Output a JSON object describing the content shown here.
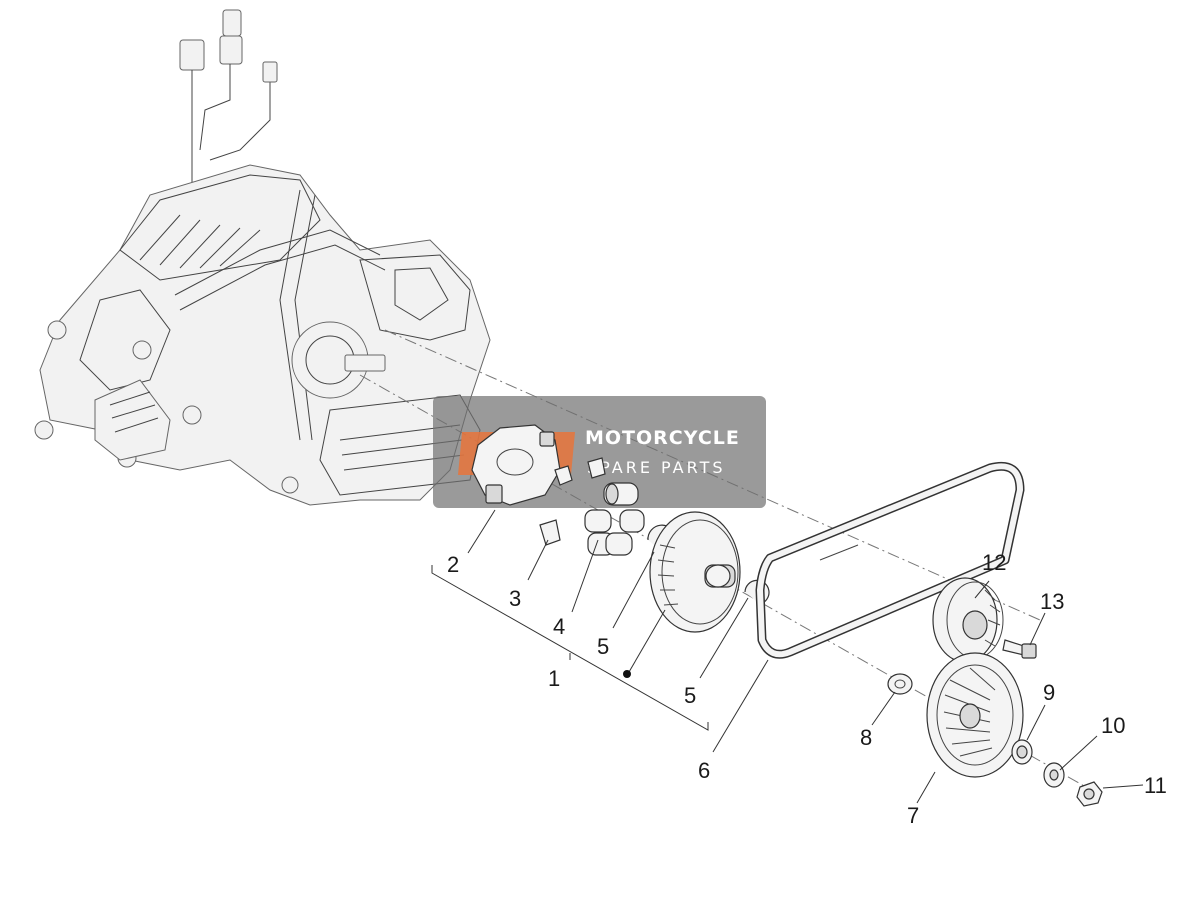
{
  "watermark": {
    "title": "MOTORCYCLE",
    "subtitle": "SPARE PARTS",
    "color": "#6f6f6f",
    "logo_color": "#e8743b"
  },
  "parts": [
    {
      "id": "2",
      "label": "2"
    },
    {
      "id": "3",
      "label": "3"
    },
    {
      "id": "4",
      "label": "4"
    },
    {
      "id": "5a",
      "label": "5"
    },
    {
      "id": "1",
      "label": "1"
    },
    {
      "id": "5b",
      "label": "5"
    },
    {
      "id": "6",
      "label": "6"
    },
    {
      "id": "12",
      "label": "12"
    },
    {
      "id": "13",
      "label": "13"
    },
    {
      "id": "8",
      "label": "8"
    },
    {
      "id": "9",
      "label": "9"
    },
    {
      "id": "10",
      "label": "10"
    },
    {
      "id": "11",
      "label": "11"
    },
    {
      "id": "7",
      "label": "7"
    }
  ]
}
